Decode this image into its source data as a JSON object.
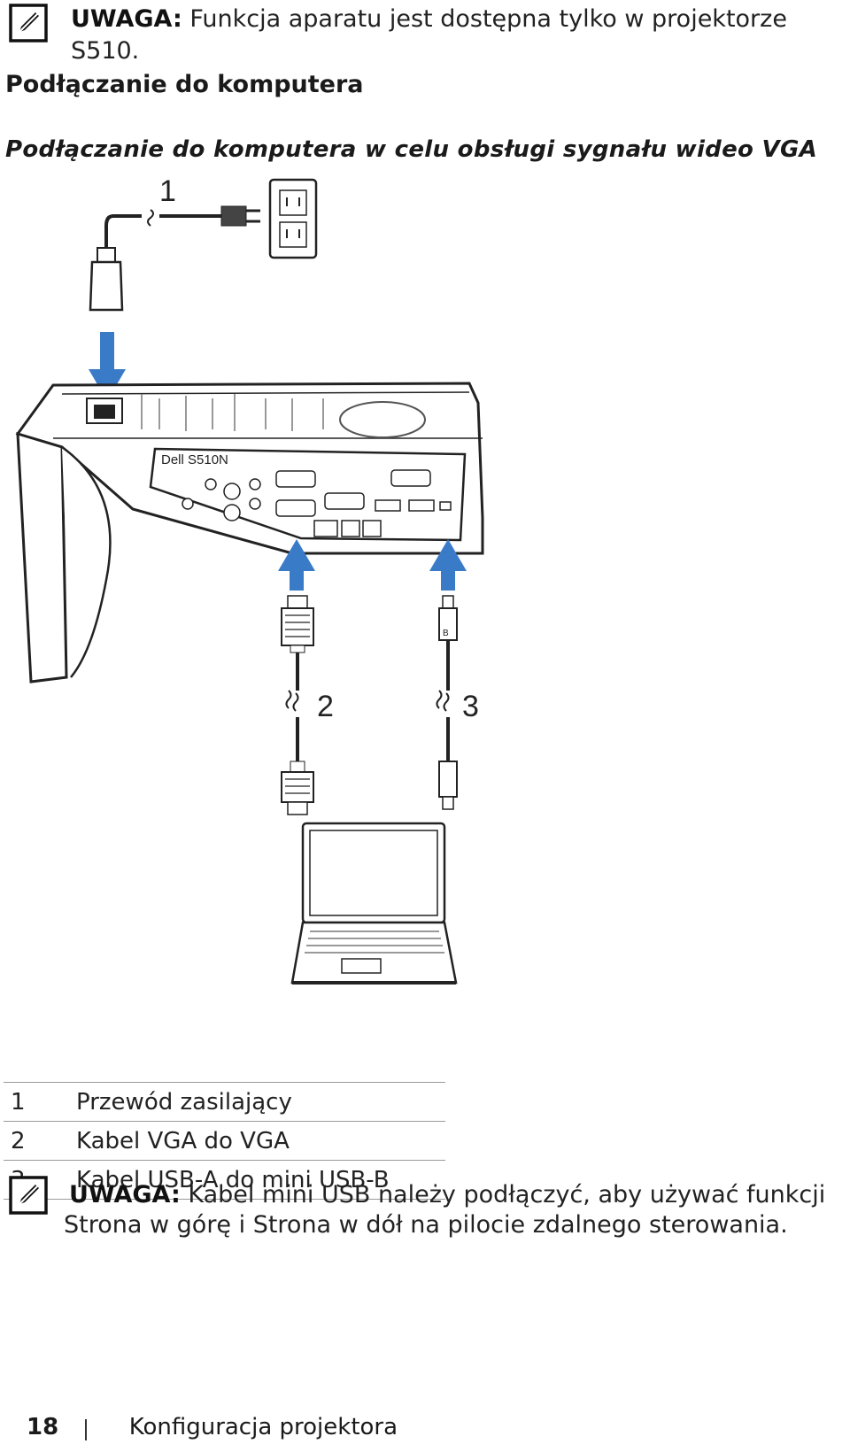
{
  "top_note": {
    "label": "UWAGA:",
    "text": " Funkcja aparatu jest dostępna tylko w projektorze S510.",
    "icon": "pencil-note-icon"
  },
  "section_title": "Podłączanie do komputera",
  "subsection_title": "Podłączanie do komputera w celu obsługi sygnału wideo VGA",
  "diagram": {
    "callouts": [
      "1",
      "2",
      "3"
    ],
    "projector_label": "Dell S510N",
    "usb_b_letter": "B"
  },
  "legend": [
    {
      "num": "1",
      "text": "Przewód zasilający"
    },
    {
      "num": "2",
      "text": "Kabel VGA do VGA"
    },
    {
      "num": "3",
      "text": "Kabel USB-A do mini USB-B"
    }
  ],
  "bottom_note": {
    "label": "UWAGA:",
    "line1": " Kabel mini USB należy podłączyć, aby używać funkcji",
    "line2": "Strona w górę i Strona w dół na pilocie zdalnego sterowania.",
    "icon": "pencil-note-icon"
  },
  "footer": {
    "page": "18",
    "chapter": "Konfiguracja projektora"
  }
}
